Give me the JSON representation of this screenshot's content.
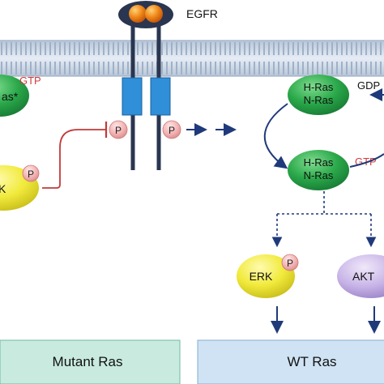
{
  "receptor": {
    "label": "EGFR"
  },
  "phospho_label": "P",
  "ras_left": {
    "label": "as*",
    "state": "GTP"
  },
  "kinase_left": {
    "label": "K"
  },
  "wt_gdp": {
    "line1": "H-Ras",
    "line2": "N-Ras",
    "state": "GDP"
  },
  "wt_gtp": {
    "line1": "H-Ras",
    "line2": "N-Ras",
    "state": "GTP"
  },
  "erk": {
    "label": "ERK"
  },
  "akt": {
    "label": "AKT"
  },
  "panels": {
    "mutant": "Mutant Ras",
    "wt": "WT Ras"
  },
  "colors": {
    "green_node": "#2aa84a",
    "yellow_node": "#f1ea3c",
    "phospho": "#f2b2b2",
    "receptor_blue": "#2f8fd8",
    "arrow_navy": "#1f3a7a",
    "inhibit_red": "#c23a3a",
    "gtp_red": "#d23b3b",
    "mutant_panel": "#c9ebdf",
    "wt_panel": "#cfe3f4",
    "membrane": "#c8d4e2"
  }
}
